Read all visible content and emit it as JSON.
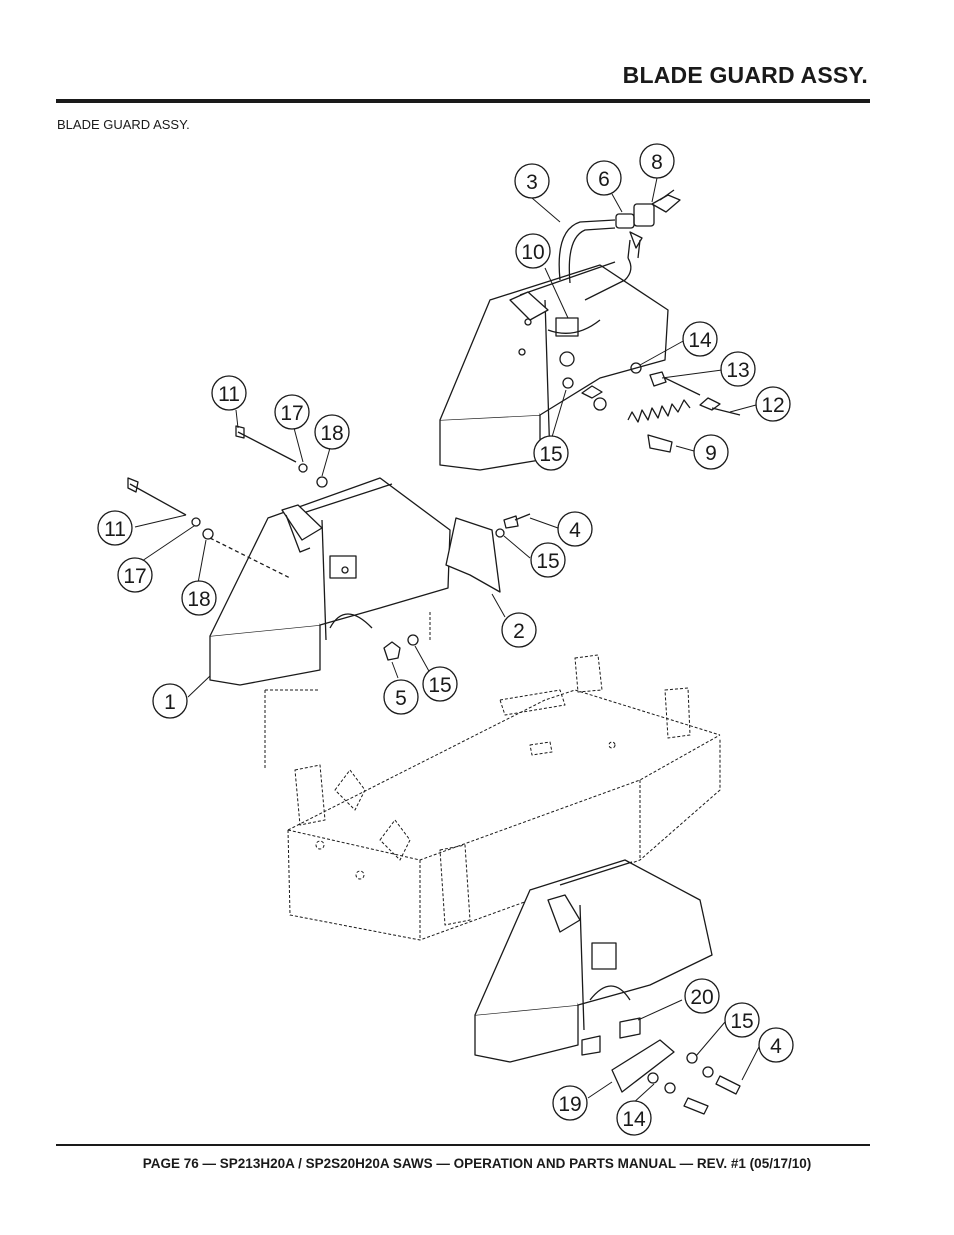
{
  "header": {
    "section_title": "BLADE GUARD ASSY.",
    "subtitle": "BLADE GUARD ASSY."
  },
  "diagram": {
    "callouts": [
      "3",
      "6",
      "8",
      "10",
      "14",
      "13",
      "12",
      "15",
      "9",
      "11",
      "17",
      "18",
      "11",
      "17",
      "18",
      "4",
      "15",
      "2",
      "1",
      "5",
      "15",
      "20",
      "15",
      "4",
      "19",
      "14"
    ]
  },
  "footer": {
    "text": "PAGE 76 —  SP213H20A / SP2S20H20A SAWS — OPERATION AND PARTS  MANUAL — REV. #1 (05/17/10)"
  }
}
